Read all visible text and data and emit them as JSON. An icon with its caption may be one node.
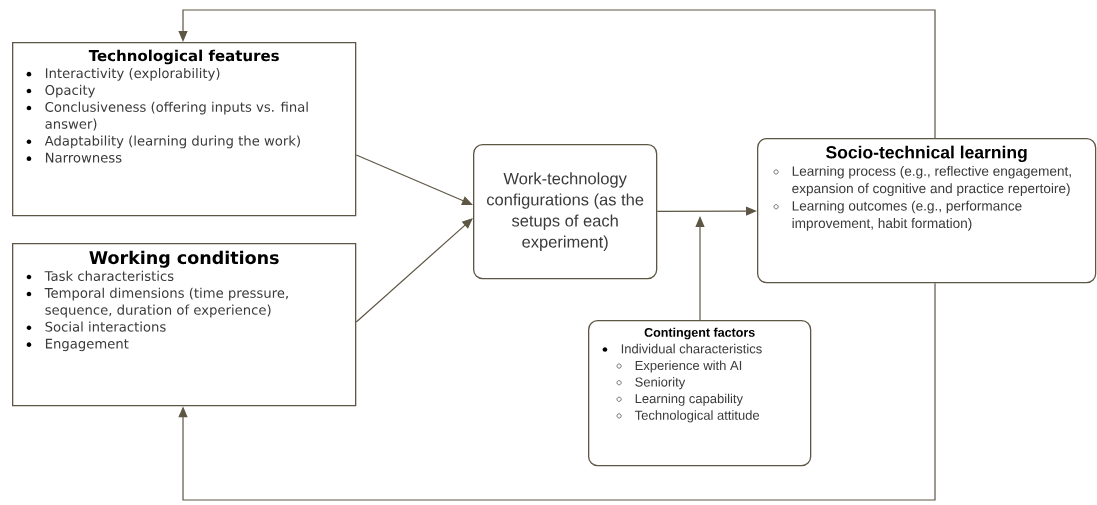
{
  "diagram": {
    "nodes": [
      {
        "text": [
          "Technological features",
          "Interactivity (explorability)",
          "Opacity",
          "Conclusiveness (offering inputs vs. final answer)",
          "Adaptability (learning during the work)",
          "Narrowness"
        ]
      },
      {
        "text": [
          "Working conditions",
          "Task characteristics",
          "Temporal dimensions (time pressure, sequence, duration of experience)",
          "Social interactions",
          "Engagement"
        ]
      },
      {
        "text": [
          "Work-technology configurations (as the setups of each experiment)"
        ]
      },
      {
        "text": [
          "Socio-technical learning",
          "Learning process (e.g., reflective engagement, expansion of cognitive and practice repertoire)",
          "Learning outcomes (e.g., performance improvement, habit formation)"
        ]
      },
      {
        "text": [
          "Contingent factors",
          "Individual characteristics",
          "Experience with AI",
          "Seniority",
          "Learning capability",
          "Technological attitude"
        ]
      }
    ],
    "edges": [
      {
        "from": 0,
        "to": 2,
        "arrow": "to"
      },
      {
        "from": 1,
        "to": 2,
        "arrow": "to"
      },
      {
        "from": 2,
        "to": 3,
        "arrow": "to"
      },
      {
        "from": 4,
        "to": null,
        "arrow": "to"
      },
      {
        "from": 3,
        "to": 0,
        "arrow": "to"
      },
      {
        "from": 3,
        "to": 1,
        "arrow": "to"
      }
    ]
  }
}
